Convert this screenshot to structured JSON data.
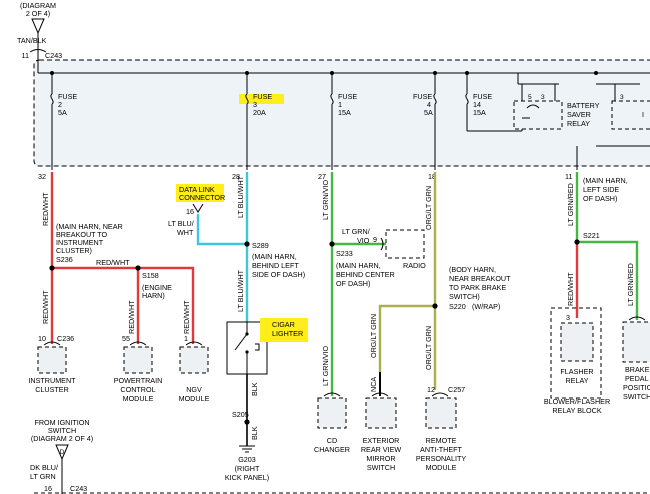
{
  "colors": {
    "red": "#e23a3a",
    "cyan": "#3cc6e0",
    "green": "#43b843",
    "olive": "#a8b04e",
    "highlight": "#ffee1a",
    "panel_fill": "#eef3f7",
    "component_fill": "#eef1f4"
  },
  "top": {
    "from1": "(DIAGRAM",
    "from2": "2 OF 4)",
    "wire": "TAN/BLK",
    "pin": "11",
    "conn": "C243"
  },
  "fuses": [
    {
      "word": "FUSE",
      "num": "2",
      "amp": "5A"
    },
    {
      "word": "FUSE",
      "num": "3",
      "amp": "20A"
    },
    {
      "word": "FUSE",
      "num": "1",
      "amp": "15A"
    },
    {
      "word": "FUSE",
      "num": "4",
      "amp": "5A"
    },
    {
      "word": "FUSE",
      "num": "14",
      "amp": "15A"
    }
  ],
  "relay": {
    "pin5": "5",
    "pin3": "3",
    "line1": "BATTERY",
    "line2": "SAVER",
    "line3": "RELAY",
    "pin3b": "3",
    "cut": "I"
  },
  "circuits": {
    "c32": {
      "pin": "32",
      "wire": "RED/WHT"
    },
    "c28": {
      "pin": "28",
      "wire": "LT BLU/WHT"
    },
    "c27": {
      "pin": "27",
      "wire": "LT GRN/VIO"
    },
    "c18": {
      "pin": "18",
      "wire": "ORG/LT GRN"
    },
    "c11": {
      "pin": "11",
      "wire": "LT GRN/RED"
    }
  },
  "splices": {
    "s236_note": [
      "(MAIN HARN, NEAR",
      "BREAKOUT TO",
      "INSTRUMENT",
      "CLUSTER)"
    ],
    "s236": "S236",
    "s158": "S158",
    "s158_note": [
      "(ENGINE",
      "HARN)"
    ],
    "s289": "S289",
    "s289_note": [
      "(MAIN HARN,",
      "BEHIND LEFT",
      "SIDE OF DASH)"
    ],
    "s233": "S233",
    "s233_note": [
      "(MAIN HARN,",
      "BEHIND CENTER",
      "OF DASH)"
    ],
    "s220": "S220",
    "s220_tag": "(W/RAP)",
    "s220_note": [
      "(BODY HARN,",
      "NEAR BREAKOUT",
      "TO PARK BRAKE",
      "SWITCH)"
    ],
    "s221_note": [
      "(MAIN HARN,",
      "LEFT SIDE",
      "OF DASH)"
    ],
    "s221": "S221",
    "s205": "S205"
  },
  "wires": {
    "red_wht": "RED/WHT",
    "lt_blu_wht": "LT BLU/",
    "lt_blu_wht2": "WHT",
    "lt_blu_wht_v": "LT BLU/WHT",
    "blk": "BLK",
    "lt_grn_vio": "LT GRN/",
    "lt_grn_vio2": "VIO",
    "lt_grn_vio_v": "LT GRN/VIO",
    "org_lt_grn": "ORG/LT GRN",
    "lt_grn_red": "LT GRN/RED",
    "red_wht_v": "RED/WHT",
    "nca": "NCA"
  },
  "dlc": {
    "line1": "DATA LINK",
    "line2": "CONNECTOR",
    "pin": "16"
  },
  "cigar": {
    "line1": "CIGAR",
    "line2": "LIGHTER"
  },
  "radio": {
    "pin": "9",
    "label": "RADIO"
  },
  "components": {
    "cluster": {
      "pin": "10",
      "conn": "C236",
      "lines": [
        "INSTRUMENT",
        "CLUSTER"
      ]
    },
    "pcm": {
      "pin": "55",
      "lines": [
        "POWERTRAIN",
        "CONTROL",
        "MODULE"
      ]
    },
    "ngv": {
      "pin": "1",
      "lines": [
        "NGV",
        "MODULE"
      ]
    },
    "cd": {
      "lines": [
        "CD",
        "CHANGER"
      ]
    },
    "mirror": {
      "lines": [
        "EXTERIOR",
        "REAR VIEW",
        "MIRROR",
        "SWITCH"
      ]
    },
    "antitheft": {
      "pin": "12",
      "conn": "C257",
      "lines": [
        "REMOTE",
        "ANTI-THEFT",
        "PERSONALITY",
        "MODULE"
      ]
    },
    "flasher": {
      "pin": "3",
      "lines": [
        "FLASHER",
        "RELAY"
      ],
      "block": "BLOWER/FLASHER",
      "block2": "RELAY BLOCK"
    },
    "brake": {
      "lines": [
        "BRAKE",
        "PEDAL",
        "POSITION",
        "SWITCH"
      ]
    }
  },
  "ground": {
    "label": "G203",
    "lines": [
      "(RIGHT",
      "KICK PANEL)"
    ]
  },
  "bottom": {
    "from1": "FROM IGNITION",
    "from2": "SWITCH",
    "from3": "(DIAGRAM 2 OF 4)",
    "w1": "DK BLU/",
    "w2": "LT GRN",
    "pin": "16",
    "conn": "C243",
    "d": "D"
  }
}
